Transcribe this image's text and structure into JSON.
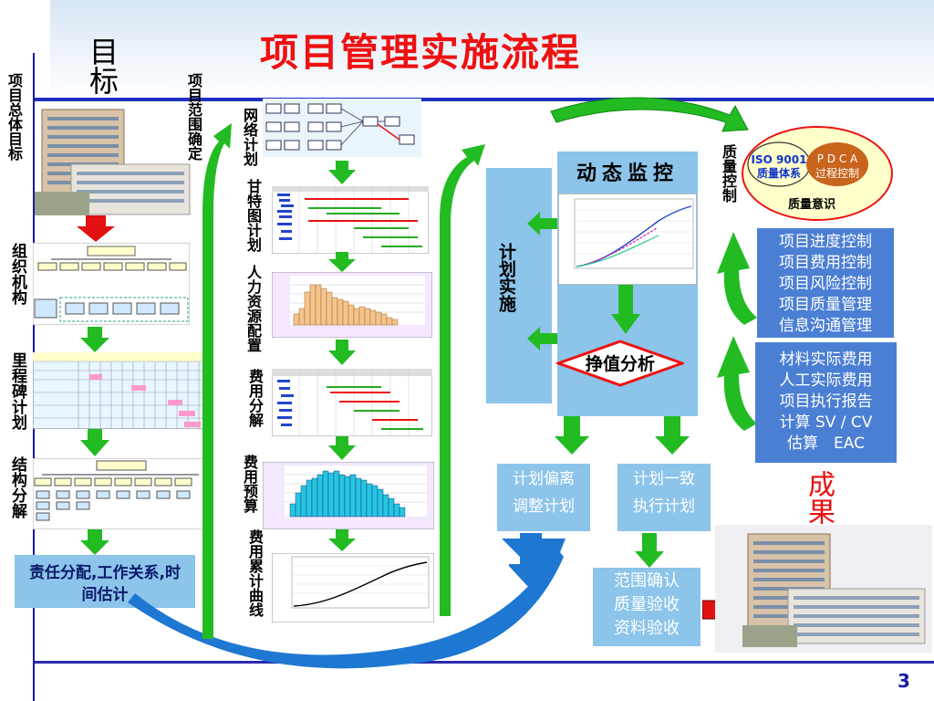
{
  "title": "项目管理实施流程",
  "page_number": "3",
  "left_labels": {
    "goal_overall": "项目总体目标",
    "org": "组织机构",
    "milestone": "里程碑计划",
    "structure": "结构分解"
  },
  "goal": "目标",
  "scope_confirm": "项目范围确定",
  "mid_labels": {
    "network": "网络计划",
    "gantt": "甘特图计划",
    "hr": "人力资源配置",
    "cost_breakdown": "费用分解",
    "budget": "费用预算",
    "cumulative": "费用累计曲线"
  },
  "responsibility": "责任分配,工作关系,时间估计",
  "plan_implement": "计划实施",
  "dynamic_monitor": "动态监控",
  "earned_value": "挣值分析",
  "quality_control": "质量控制",
  "iso": {
    "line1": "ISO 9001",
    "line2": "质量体系"
  },
  "pdca": {
    "line1": "P D C A",
    "line2": "过程控制"
  },
  "quality_awareness": "质量意识",
  "control_items": [
    "项目进度控制",
    "项目费用控制",
    "项目风险控制",
    "项目质量管理",
    "信息沟通管理"
  ],
  "cost_items": [
    "材料实际费用",
    "人工实际费用",
    "项目执行报告",
    "计算 SV / CV",
    "估算　EAC"
  ],
  "deviation": {
    "line1": "计划偏离",
    "line2": "调整计划"
  },
  "consistent": {
    "line1": "计划一致",
    "line2": "执行计划"
  },
  "acceptance": [
    "范围确认",
    "质量验收",
    "资料验收"
  ],
  "result": "成果",
  "colors": {
    "title": "#ee1111",
    "arrow_green": "#22bb22",
    "arrow_red": "#e11111",
    "box_blue": "#8cc4ea",
    "list_blue": "#4b7fd4"
  }
}
